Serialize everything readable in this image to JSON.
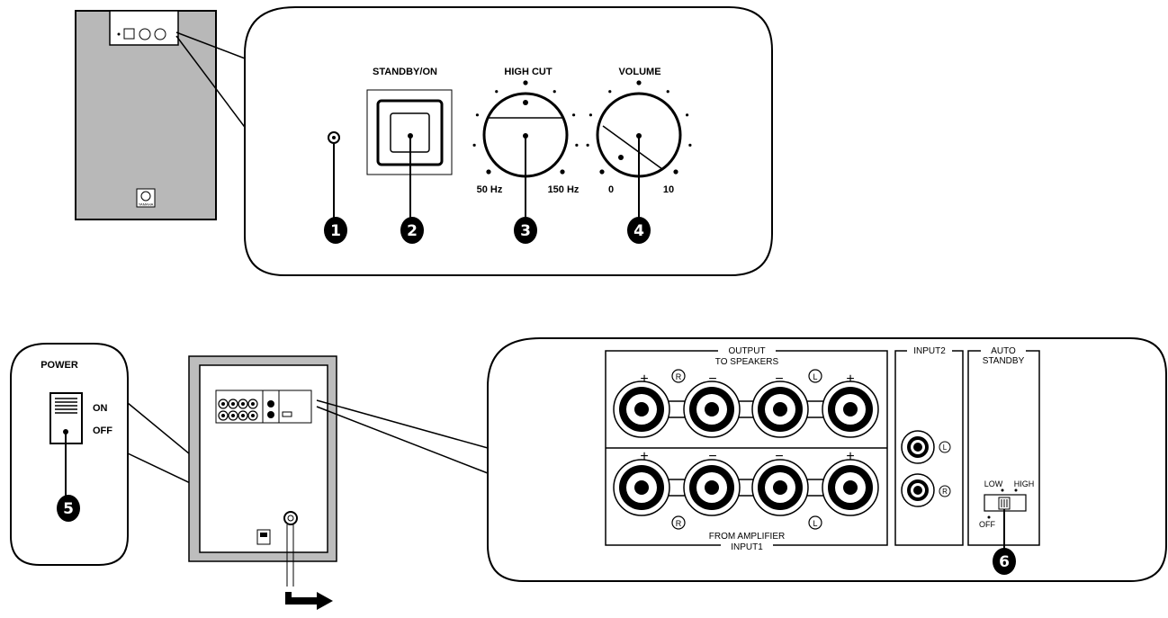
{
  "front_panel": {
    "standby_on_label": "STANDBY/ON",
    "high_cut_label": "HIGH CUT",
    "high_cut_min": "50 Hz",
    "high_cut_max": "150 Hz",
    "volume_label": "VOLUME",
    "volume_min": "0",
    "volume_max": "10"
  },
  "speaker_front": {
    "brand": "YAMAHA"
  },
  "power_panel": {
    "title": "POWER",
    "on_label": "ON",
    "off_label": "OFF"
  },
  "rear_panel": {
    "output_label": "OUTPUT",
    "to_speakers_label": "TO SPEAKERS",
    "from_amplifier_label": "FROM AMPLIFIER",
    "input1_label": "INPUT1",
    "input2_label": "INPUT2",
    "auto_standby_label_line1": "AUTO",
    "auto_standby_label_line2": "STANDBY",
    "low_label": "LOW",
    "high_label": "HIGH",
    "off_label": "OFF",
    "plus_sign": "+",
    "minus_sign": "−",
    "right_channel": "R",
    "left_channel": "L"
  },
  "callouts": {
    "c1": "1",
    "c2": "2",
    "c3": "3",
    "c4": "4",
    "c5": "5",
    "c6": "6"
  }
}
